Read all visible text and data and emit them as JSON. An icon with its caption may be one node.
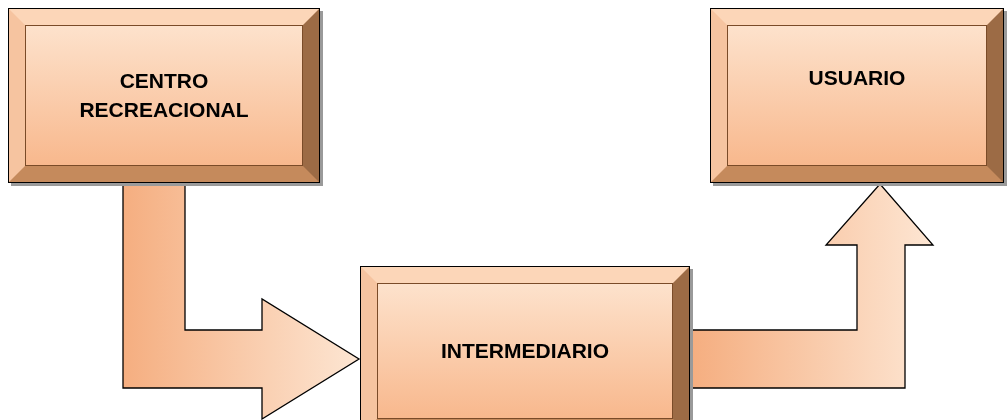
{
  "diagram": {
    "nodes": [
      {
        "text": [
          "CENTRO RECREACIONAL"
        ]
      },
      {
        "text": [
          "INTERMEDIARIO"
        ]
      },
      {
        "text": [
          "USUARIO"
        ]
      }
    ],
    "edges": [
      {
        "from": 0,
        "to": 1,
        "arrow": "to"
      },
      {
        "from": 1,
        "to": 2,
        "arrow": "to"
      }
    ]
  }
}
